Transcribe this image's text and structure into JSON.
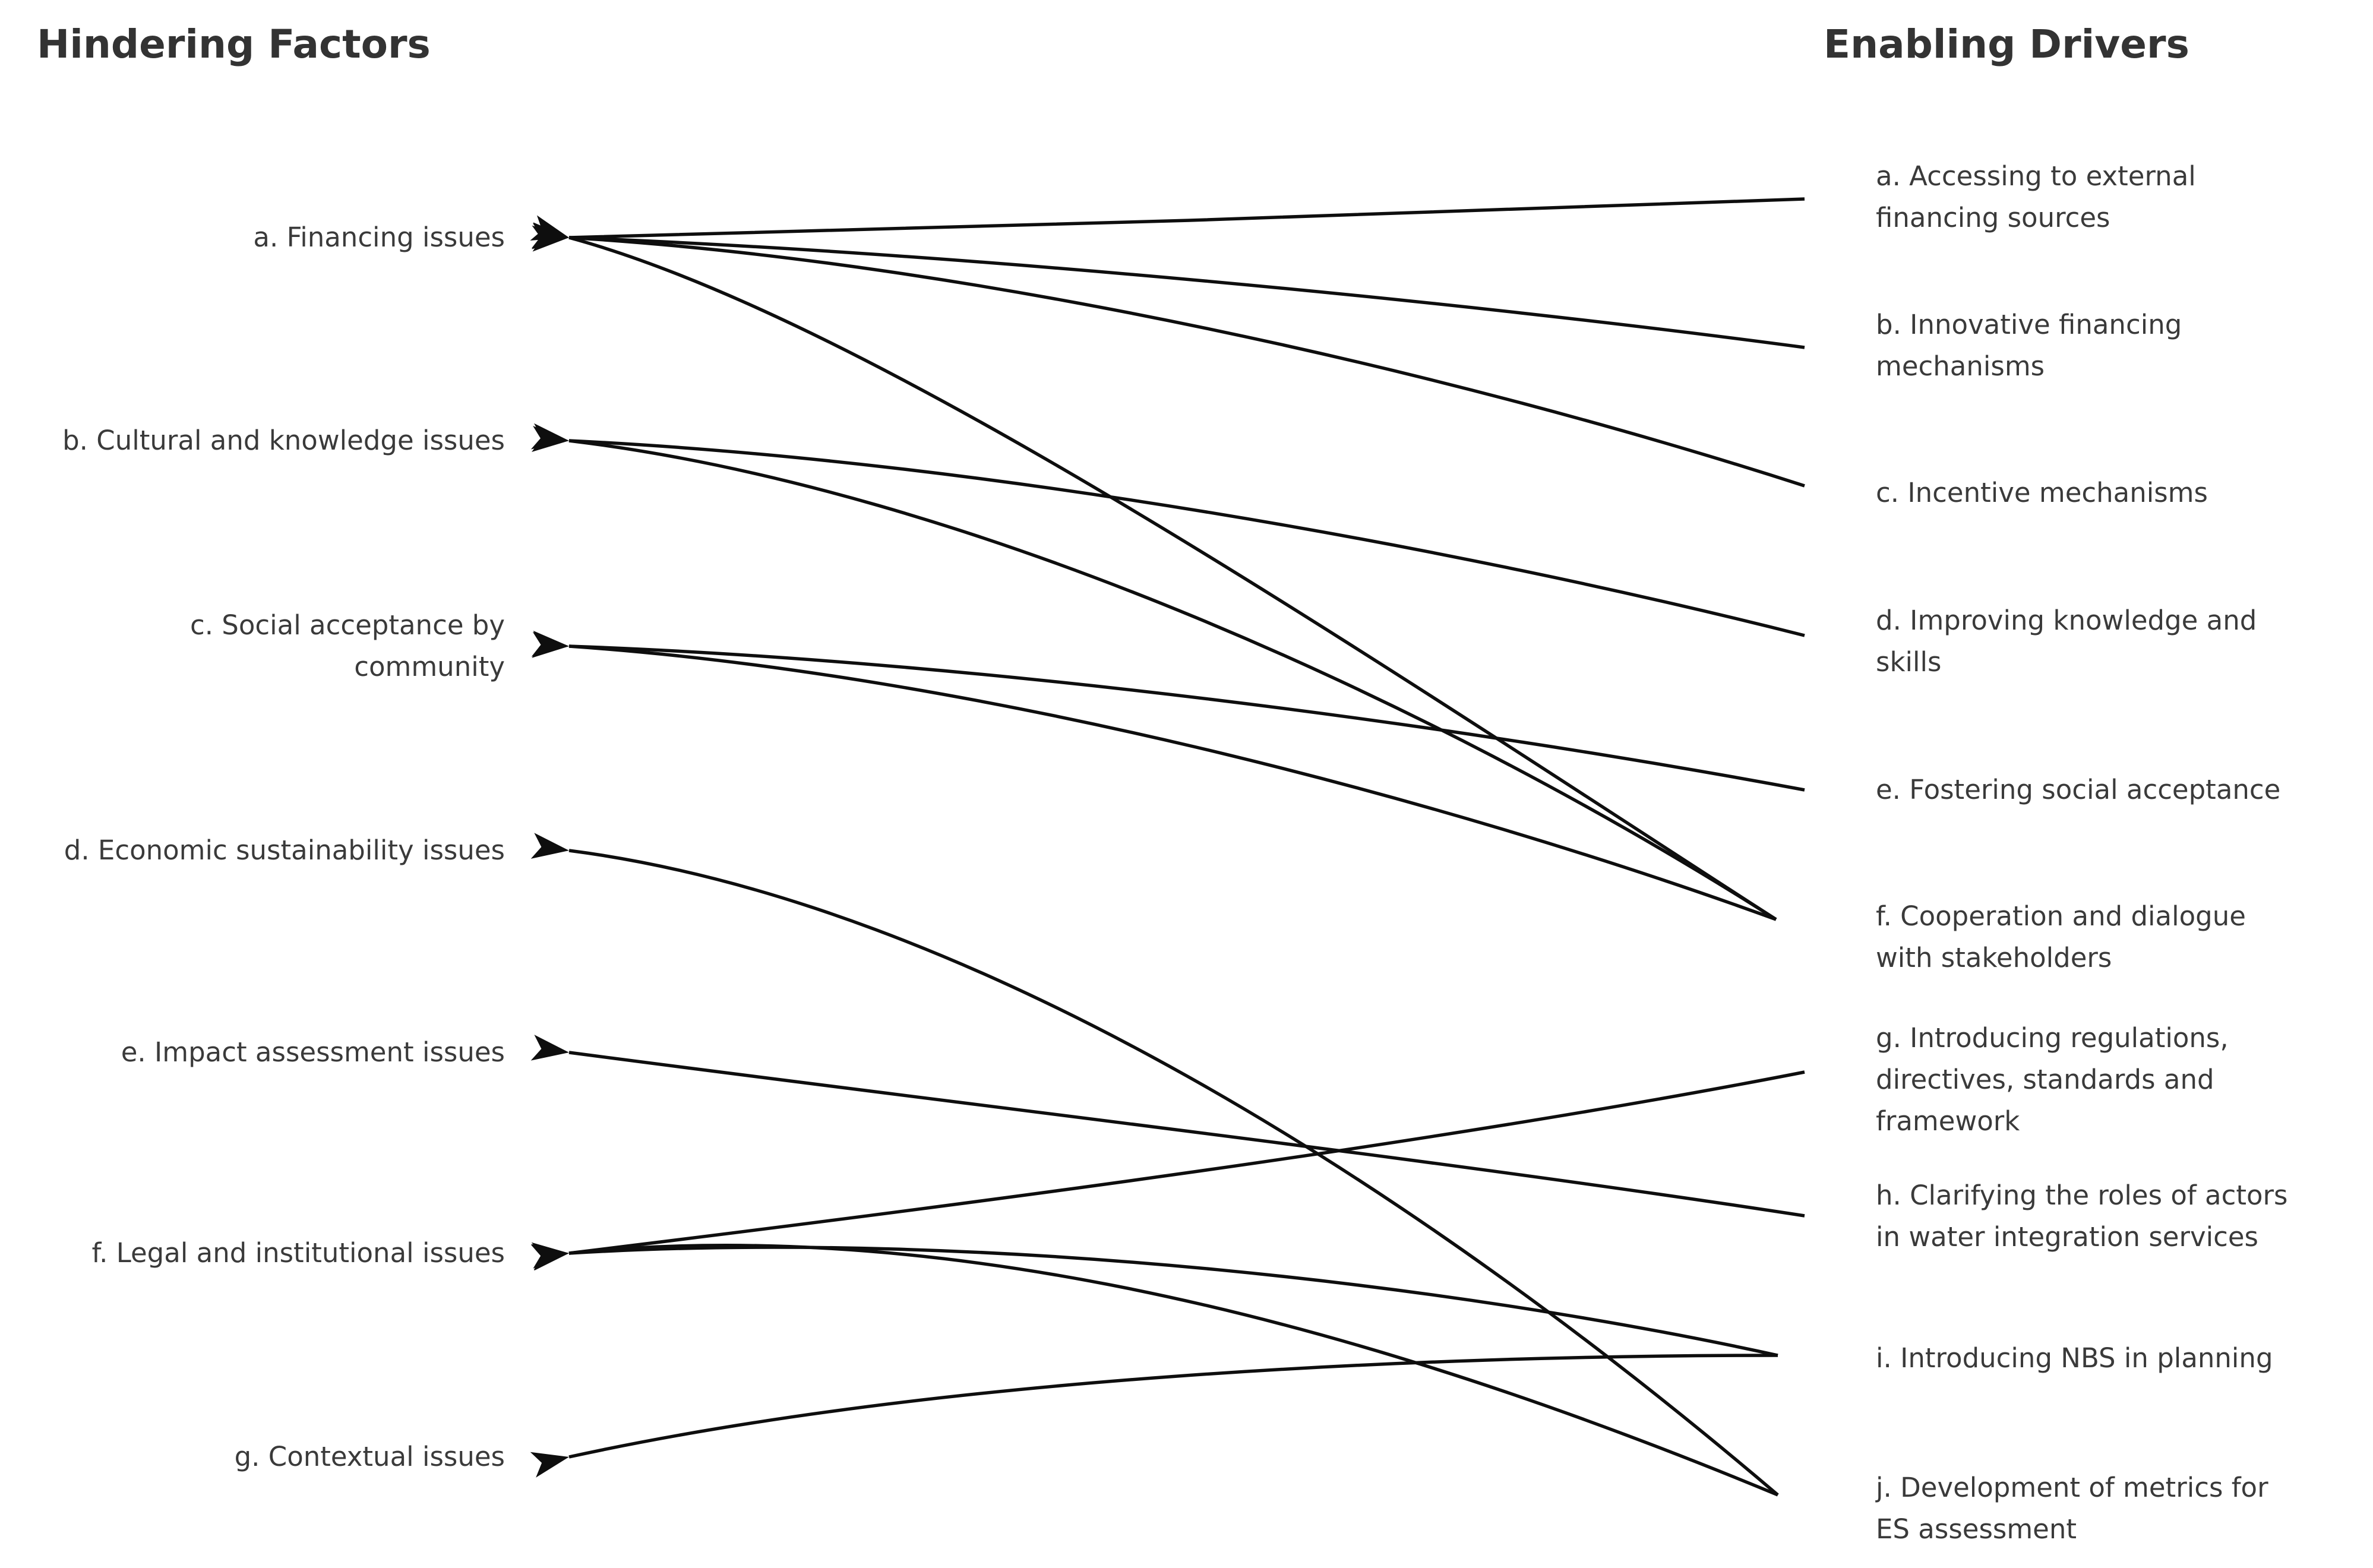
{
  "titles": {
    "left": "Hindering Factors",
    "right": "Enabling Drivers"
  },
  "hindering_factors": [
    {
      "id": "a",
      "label": "a. Financing issues"
    },
    {
      "id": "b",
      "label": "b. Cultural and knowledge issues"
    },
    {
      "id": "c",
      "label": "c. Social acceptance by community"
    },
    {
      "id": "d",
      "label": "d. Economic sustainability issues"
    },
    {
      "id": "e",
      "label": "e. Impact assessment issues"
    },
    {
      "id": "f",
      "label": "f. Legal and institutional issues"
    },
    {
      "id": "g",
      "label": "g. Contextual issues"
    }
  ],
  "enabling_drivers": [
    {
      "id": "a",
      "label": "a. Accessing to external financing sources"
    },
    {
      "id": "b",
      "label": "b. Innovative financing mechanisms"
    },
    {
      "id": "c",
      "label": "c. Incentive mechanisms"
    },
    {
      "id": "d",
      "label": "d. Improving knowledge and skills"
    },
    {
      "id": "e",
      "label": "e. Fostering social acceptance"
    },
    {
      "id": "f",
      "label": "f. Cooperation and dialogue with stakeholders"
    },
    {
      "id": "g",
      "label": "g. Introducing regulations, directives, standards and framework"
    },
    {
      "id": "h",
      "label": "h. Clarifying the roles of actors in water integration services"
    },
    {
      "id": "i",
      "label": "i. Introducing NBS in planning"
    },
    {
      "id": "j",
      "label": "j. Development of metrics for ES assessment"
    }
  ],
  "links": [
    {
      "from": "a",
      "to": "a"
    },
    {
      "from": "b",
      "to": "a"
    },
    {
      "from": "c",
      "to": "a"
    },
    {
      "from": "f",
      "to": "a"
    },
    {
      "from": "d",
      "to": "b"
    },
    {
      "from": "f",
      "to": "b"
    },
    {
      "from": "e",
      "to": "c"
    },
    {
      "from": "f",
      "to": "c"
    },
    {
      "from": "j",
      "to": "d"
    },
    {
      "from": "h",
      "to": "e"
    },
    {
      "from": "g",
      "to": "f"
    },
    {
      "from": "i",
      "to": "f"
    },
    {
      "from": "j",
      "to": "f"
    },
    {
      "from": "i",
      "to": "g"
    }
  ],
  "colors": {
    "background": "#ffffff",
    "text": "#3a3a3a",
    "title": "#333333",
    "line": "#0e0e0e"
  }
}
